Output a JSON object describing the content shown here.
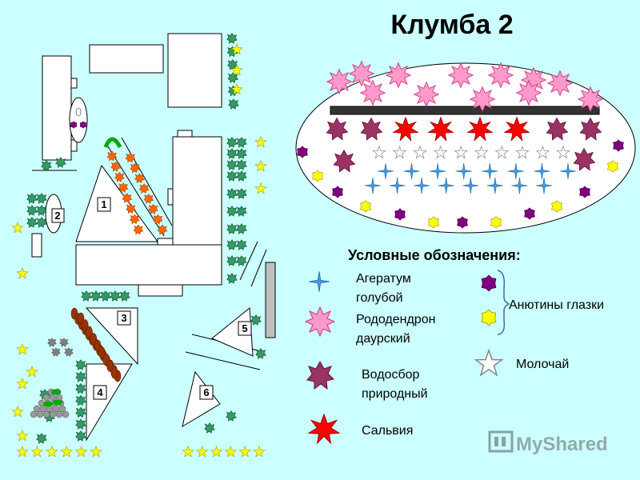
{
  "title": "Клумба 2",
  "legend": {
    "heading": "Условные обозначения:",
    "ageratum": [
      "Агератум",
      "голубой"
    ],
    "rhododendron": [
      "Рододендрон",
      "даурский"
    ],
    "aquilegia": [
      "Водосбор",
      "природный"
    ],
    "salvia": "Сальвия",
    "pansies": "Анютины глазки",
    "euphorbia": "Молочай"
  },
  "plot_numbers": [
    "1",
    "2",
    "3",
    "4",
    "5",
    "6"
  ],
  "watermark": "MyShared",
  "colors": {
    "background": "#ccffff",
    "ageratum": "#4499dd",
    "rhododendron": "#ff99cc",
    "aquilegia": "#993366",
    "salvia": "#ff0000",
    "pansy_purple": "#800080",
    "pansy_yellow": "#ffff00",
    "bush": "#339966",
    "orange_plant": "#ff6600",
    "brown_plant": "#993300",
    "star": "#ffff00",
    "grey_plant": "#808080"
  }
}
